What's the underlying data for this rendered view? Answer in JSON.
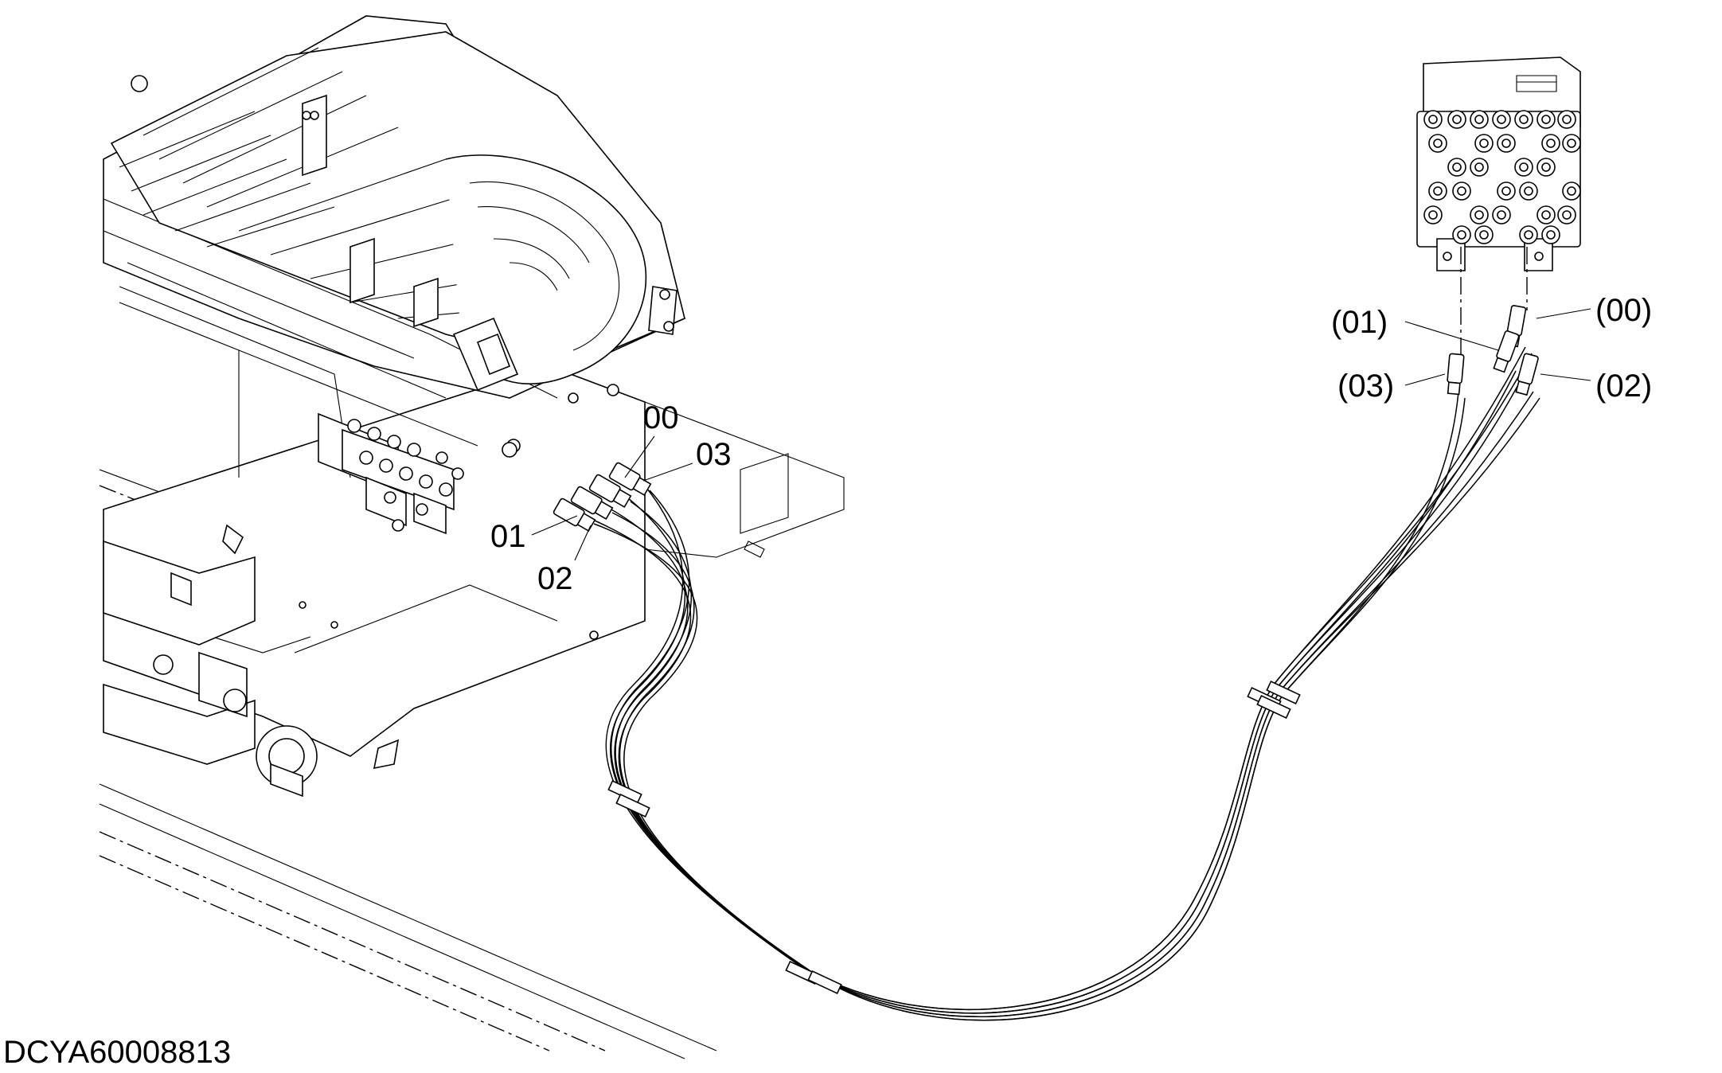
{
  "diagram": {
    "callouts_left": {
      "c00": "00",
      "c03": "03",
      "c01": "01",
      "c02": "02"
    },
    "callouts_right": {
      "c01": "(01)",
      "c00": "(00)",
      "c03": "(03)",
      "c02": "(02)"
    },
    "document_id": "DCYA60008813"
  }
}
